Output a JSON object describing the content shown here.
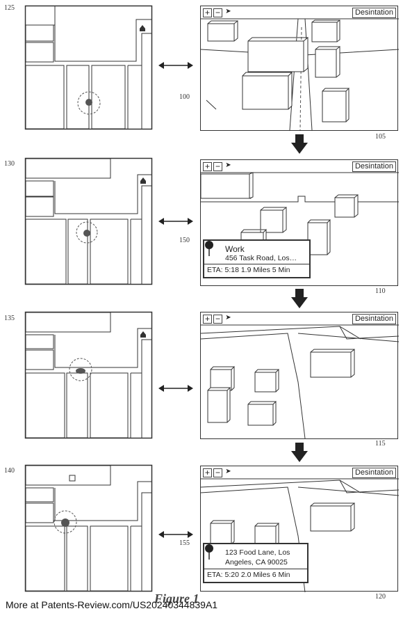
{
  "figure": {
    "caption": "Figure 1",
    "footer": "More at Patents-Review.com/US20240344839A1",
    "end_ref": "120"
  },
  "toolbar": {
    "zoom_in": "+",
    "zoom_out": "−",
    "locate": "➤",
    "destination_label": "Desintation"
  },
  "rows": [
    {
      "left_ref": "125",
      "nav_ref_a": "100",
      "nav_ref_b": "105"
    },
    {
      "left_ref": "130",
      "nav_ref": "150",
      "bottom_ref": "110",
      "callout": {
        "title": "Work",
        "address": "456 Task Road, Los…",
        "eta": "ETA: 5:18  1.9 Miles  5 Min"
      }
    },
    {
      "left_ref": "135",
      "bottom_ref": "115"
    },
    {
      "left_ref": "140",
      "nav_ref": "155",
      "callout": {
        "address_line1": "123 Food Lane, Los",
        "address_line2": "Angeles, CA 90025",
        "eta": "ETA: 5:20  2.0 Miles  6 Min"
      }
    }
  ],
  "colors": {
    "ink": "#222222",
    "arrow": "#222222"
  }
}
